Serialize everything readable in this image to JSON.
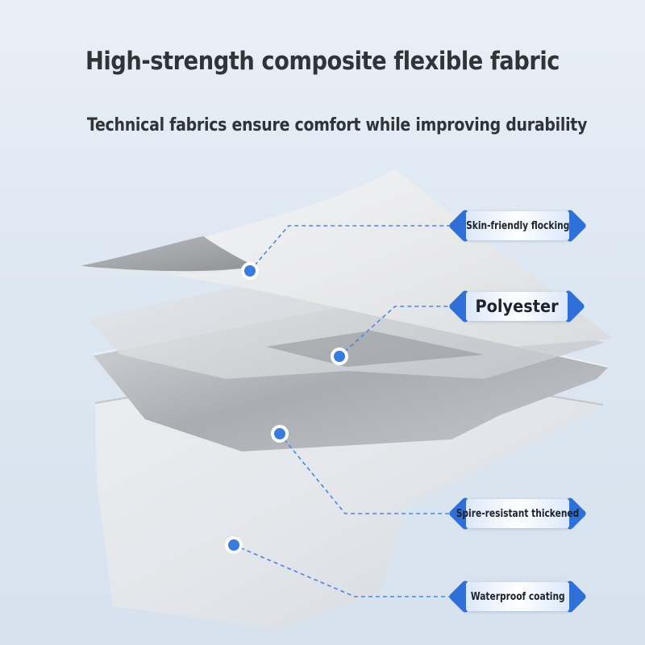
{
  "header": {
    "title": "High-strength composite flexible fabric",
    "subtitle": "Technical fabrics ensure comfort while improving durability"
  },
  "labels": [
    {
      "text": "Skin-friendly flocking"
    },
    {
      "text": "Polyester"
    },
    {
      "text": "Spire-resistant thickened"
    },
    {
      "text": "Waterproof coating"
    }
  ],
  "colors": {
    "accent": "#2f6fd8",
    "dot": "#3a7be0",
    "text": "#2f3438"
  },
  "icons": [
    "layer-dot-icon",
    "callout-diamond-icon"
  ]
}
